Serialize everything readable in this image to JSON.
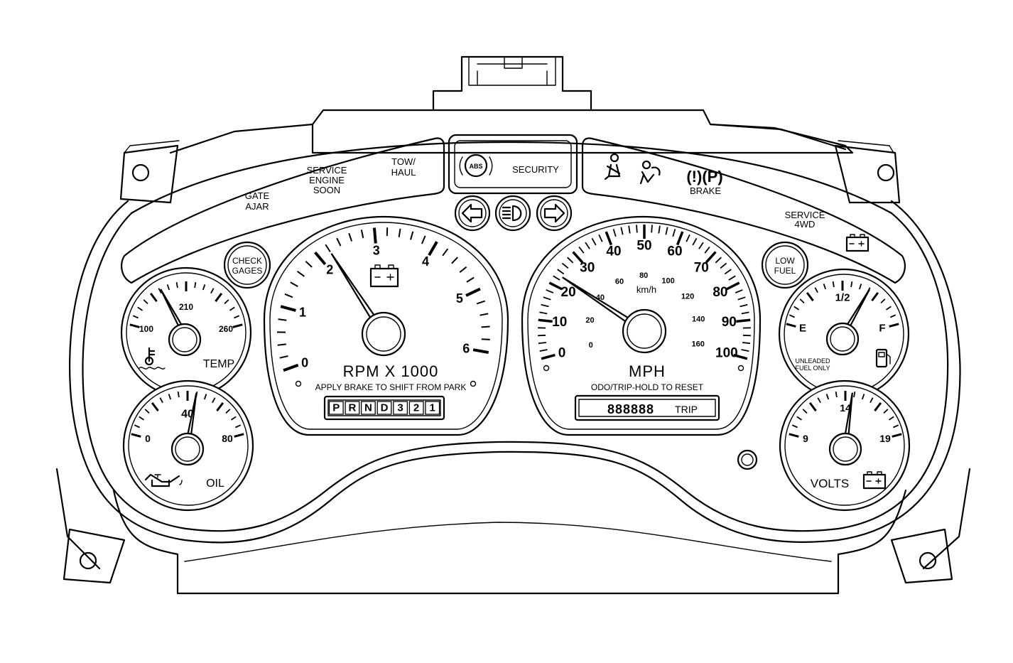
{
  "indicators": {
    "gate_ajar": [
      "GATE",
      "AJAR"
    ],
    "service_engine_soon": [
      "SERVICE",
      "ENGINE",
      "SOON"
    ],
    "tow_haul": [
      "TOW/",
      "HAUL"
    ],
    "abs": "ABS",
    "security": "SECURITY",
    "brake_symbol": "(!)(P)",
    "brake": "BRAKE",
    "check_gages": [
      "CHECK",
      "GAGES"
    ],
    "low_fuel": [
      "LOW",
      "FUEL"
    ],
    "service_4wd": [
      "SERVICE",
      "4WD"
    ]
  },
  "tach": {
    "labels": [
      "0",
      "1",
      "2",
      "3",
      "4",
      "5",
      "6"
    ],
    "title": "RPM X 1000",
    "note": "APPLY BRAKE TO SHIFT FROM PARK",
    "needle_value": 2.2
  },
  "prndl": [
    "P",
    "R",
    "N",
    "D",
    "3",
    "2",
    "1"
  ],
  "speedo": {
    "mph_labels": [
      "0",
      "10",
      "20",
      "30",
      "40",
      "50",
      "60",
      "70",
      "80",
      "90",
      "100"
    ],
    "kmh_labels": [
      "0",
      "20",
      "40",
      "60",
      "80",
      "100",
      "120",
      "140",
      "160"
    ],
    "kmh_unit": "km/h",
    "title": "MPH",
    "note": "ODO/TRIP-HOLD TO RESET",
    "odometer": "888888",
    "trip": "TRIP",
    "needle_value": 23
  },
  "temp": {
    "labels": [
      "100",
      "210",
      "260"
    ],
    "title": "TEMP",
    "needle_value": 150
  },
  "oil": {
    "labels": [
      "0",
      "40",
      "80"
    ],
    "title": "OIL",
    "needle_value": 45
  },
  "fuel": {
    "labels": [
      "E",
      "1/2",
      "F"
    ],
    "note": [
      "UNLEADED",
      "FUEL ONLY"
    ],
    "needle_value": 0.7
  },
  "volts": {
    "labels": [
      "9",
      "14",
      "19"
    ],
    "title": "VOLTS",
    "needle_value": 14.5
  }
}
